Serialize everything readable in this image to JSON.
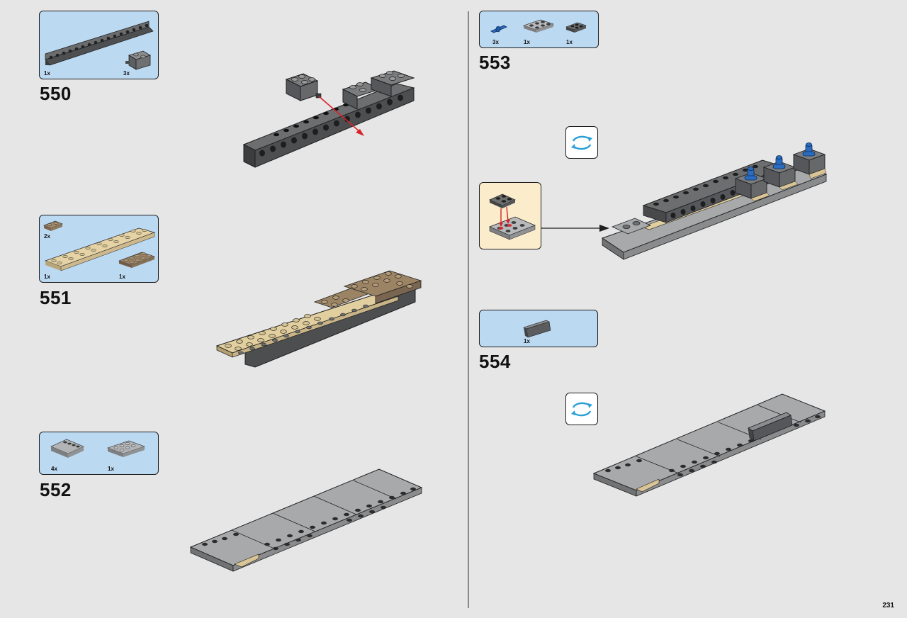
{
  "page_number": "231",
  "steps": [
    {
      "number": "550",
      "parts": [
        {
          "qty": "1x",
          "icon": "dark-gray-technic-beam-16"
        },
        {
          "qty": "3x",
          "icon": "dark-gray-brick-with-axle-hole"
        }
      ]
    },
    {
      "number": "551",
      "parts": [
        {
          "qty": "2x",
          "icon": "dark-tan-plate-1x2"
        },
        {
          "qty": "1x",
          "icon": "tan-plate-2x16"
        },
        {
          "qty": "1x",
          "icon": "dark-tan-plate-2x4"
        }
      ]
    },
    {
      "number": "552",
      "parts": [
        {
          "qty": "4x",
          "icon": "light-gray-tile-4x4"
        },
        {
          "qty": "1x",
          "icon": "light-gray-plate-2x4"
        }
      ]
    },
    {
      "number": "553",
      "parts": [
        {
          "qty": "3x",
          "icon": "blue-technic-pin"
        },
        {
          "qty": "1x",
          "icon": "light-gray-plate-2x3"
        },
        {
          "qty": "1x",
          "icon": "dark-gray-plate-2x2"
        }
      ]
    },
    {
      "number": "554",
      "parts": [
        {
          "qty": "1x",
          "icon": "dark-gray-slope-bracket"
        }
      ]
    }
  ],
  "colors": {
    "background": "#e6e6e6",
    "parts_box": "#bcd9f2",
    "subassembly_box": "#fbeccb",
    "rotate_arrow": "#2a9fd8",
    "placement_arrow": "#d8232a",
    "dark_gray": "#5a5c5e",
    "light_gray": "#a8aaac",
    "tan": "#d9c496",
    "dark_tan": "#8f7b5e"
  },
  "icons": [
    "rotate-model-icon",
    "placement-arrow-icon",
    "pointer-arrow-icon"
  ]
}
